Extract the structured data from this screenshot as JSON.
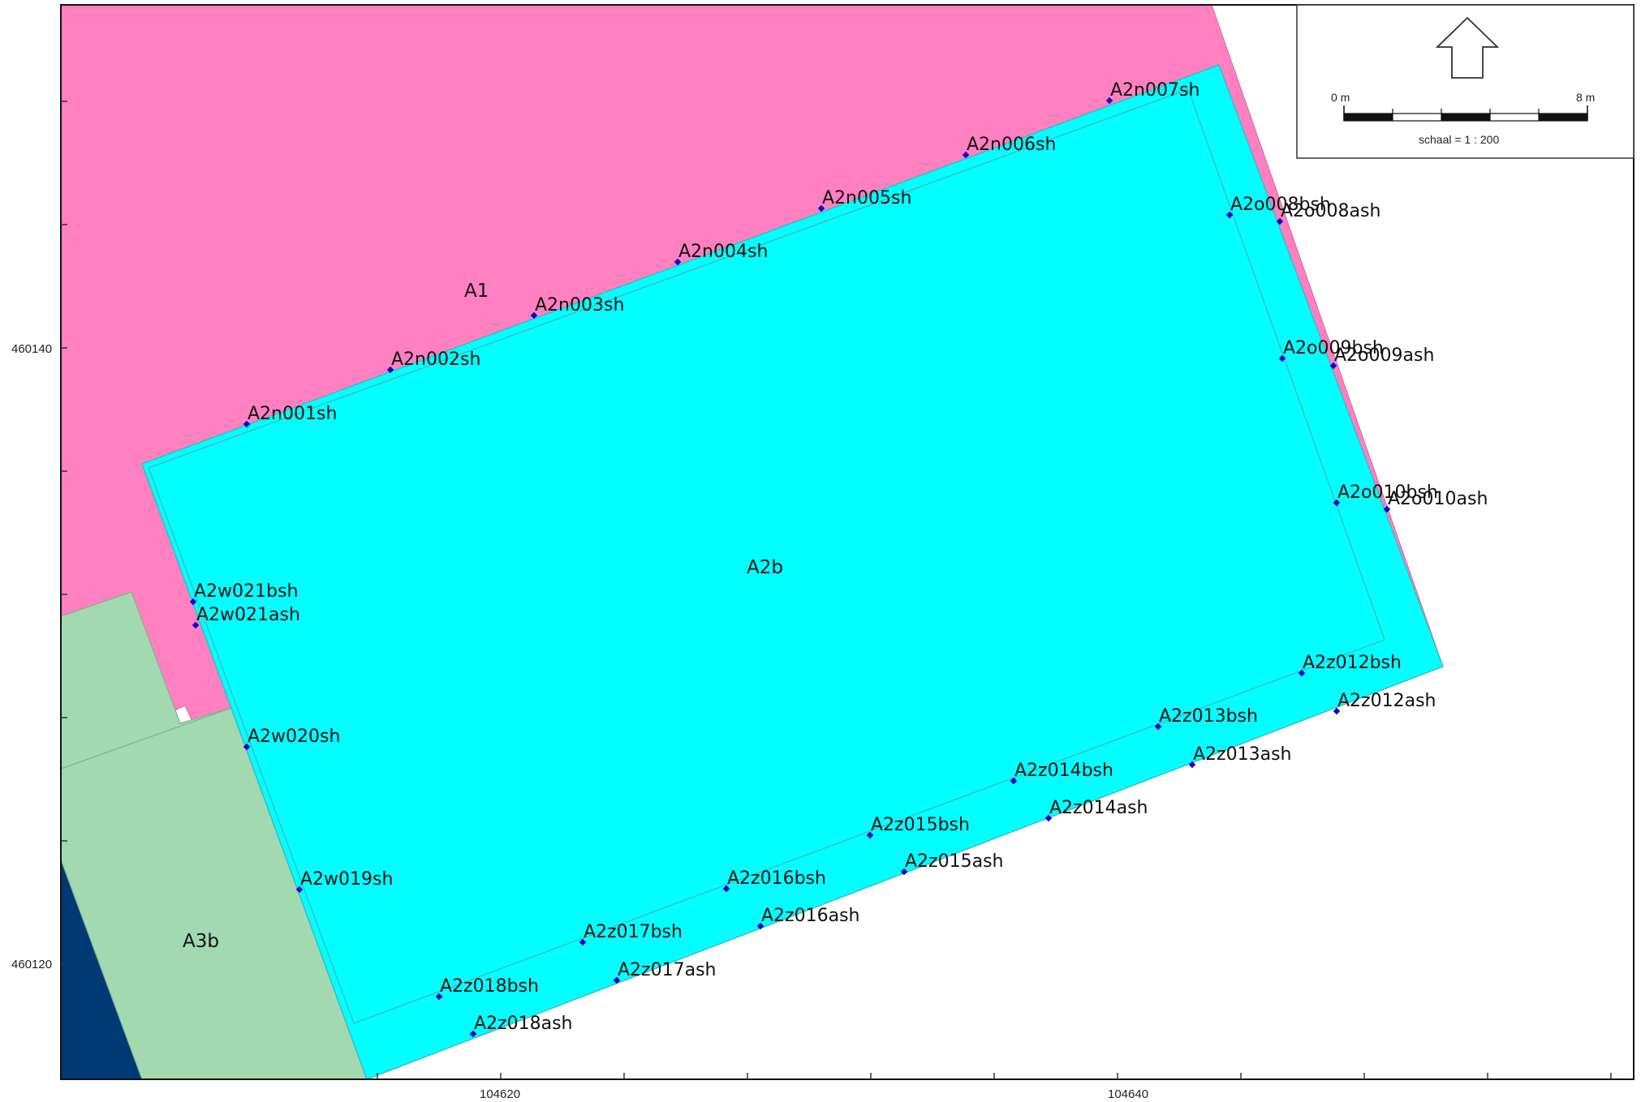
{
  "colors": {
    "a1": "#ff80c0",
    "a2b": "#00ffff",
    "a3": "#a2d9b0",
    "dark": "#003a75",
    "point": "#1500c8",
    "frame": "#111111"
  },
  "zones": [
    {
      "label": "A1"
    },
    {
      "label": "A2b"
    },
    {
      "label": "A3b"
    }
  ],
  "points": [
    {
      "label": "A2n001sh"
    },
    {
      "label": "A2n002sh"
    },
    {
      "label": "A2n003sh"
    },
    {
      "label": "A2n004sh"
    },
    {
      "label": "A2n005sh"
    },
    {
      "label": "A2n006sh"
    },
    {
      "label": "A2n007sh"
    },
    {
      "label": "A2o008bsh"
    },
    {
      "label": "A2o008ash"
    },
    {
      "label": "A2o009bsh"
    },
    {
      "label": "A2o009ash"
    },
    {
      "label": "A2o010bsh"
    },
    {
      "label": "A2o010ash"
    },
    {
      "label": "A2z012bsh"
    },
    {
      "label": "A2z012ash"
    },
    {
      "label": "A2z013bsh"
    },
    {
      "label": "A2z013ash"
    },
    {
      "label": "A2z014bsh"
    },
    {
      "label": "A2z014ash"
    },
    {
      "label": "A2z015bsh"
    },
    {
      "label": "A2z015ash"
    },
    {
      "label": "A2z016bsh"
    },
    {
      "label": "A2z016ash"
    },
    {
      "label": "A2z017bsh"
    },
    {
      "label": "A2z017ash"
    },
    {
      "label": "A2z018bsh"
    },
    {
      "label": "A2z018ash"
    },
    {
      "label": "A2w019sh"
    },
    {
      "label": "A2w020sh"
    },
    {
      "label": "A2w021ash"
    },
    {
      "label": "A2w021bsh"
    }
  ],
  "axes": {
    "y_ticks": [
      "460140",
      "460120"
    ],
    "x_ticks": [
      "104620",
      "104640"
    ]
  },
  "scalebar": {
    "start_label": "0 m",
    "end_label": "8 m",
    "scale_text": "schaal = 1 : 200"
  }
}
